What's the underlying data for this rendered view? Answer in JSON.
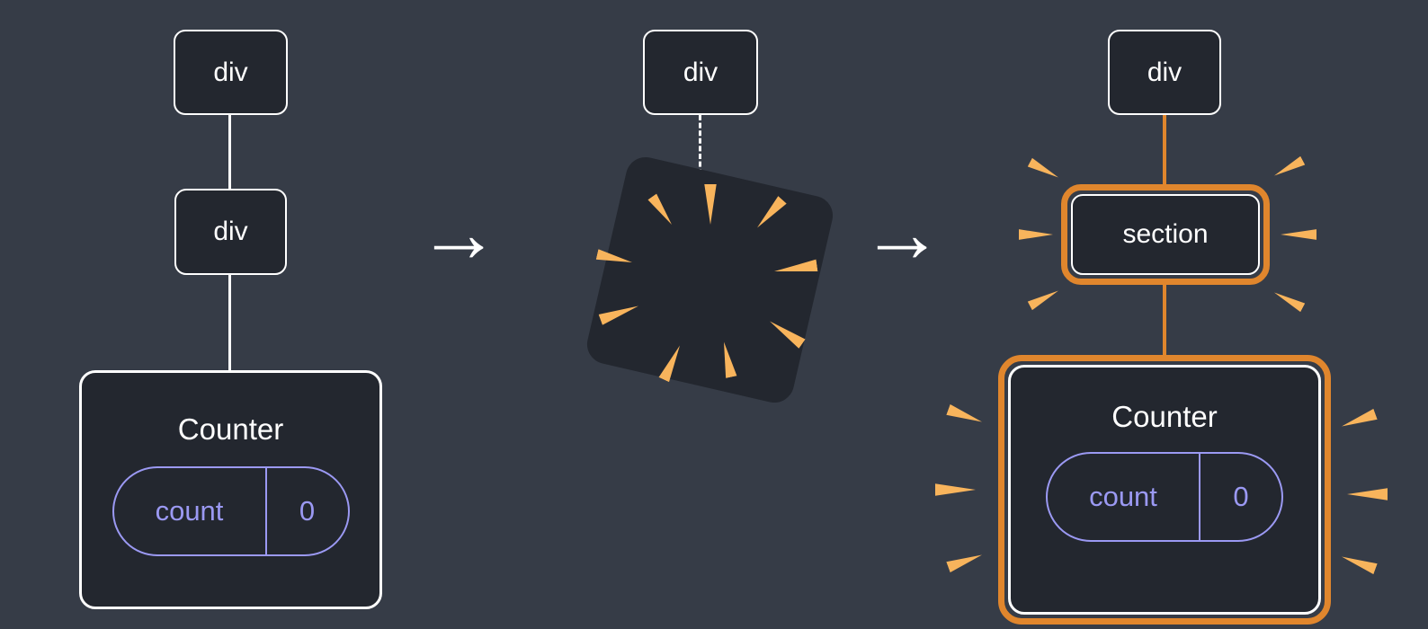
{
  "panels": {
    "before": {
      "root": "div",
      "child": "div",
      "component": "Counter",
      "state_key": "count",
      "state_value": "0"
    },
    "removal": {
      "root": "div"
    },
    "after": {
      "root": "div",
      "child": "section",
      "component": "Counter",
      "state_key": "count",
      "state_value": "0"
    }
  },
  "arrow_glyph": "→",
  "colors": {
    "background": "#363c47",
    "node_fill": "#23272f",
    "node_border": "#ffffff",
    "highlight": "#e0862d",
    "spark": "#f8b45c",
    "state": "#9b99f3"
  }
}
